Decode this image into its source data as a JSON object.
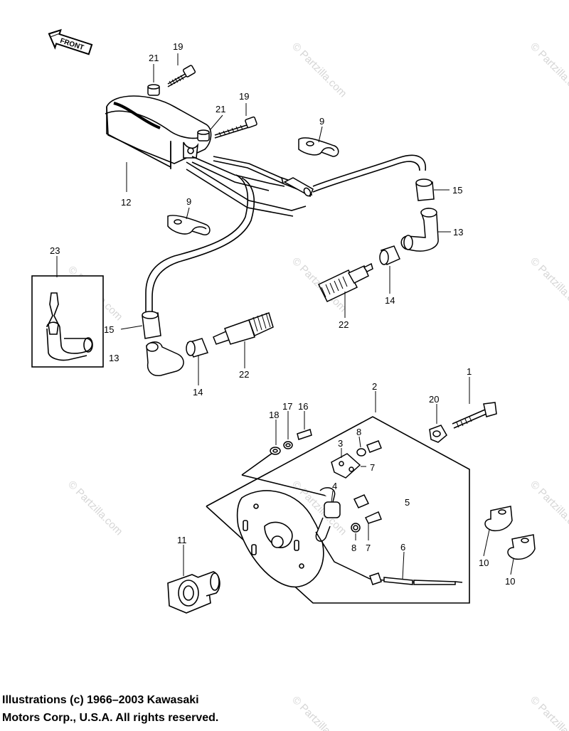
{
  "diagram": {
    "front_label": "FRONT",
    "watermark": "© Partzilla.com",
    "callouts": [
      "19",
      "21",
      "19",
      "21",
      "9",
      "12",
      "15",
      "13",
      "9",
      "23",
      "14",
      "22",
      "15",
      "13",
      "14",
      "22",
      "2",
      "1",
      "20",
      "17",
      "16",
      "18",
      "8",
      "3",
      "7",
      "4",
      "5",
      "11",
      "8",
      "7",
      "6",
      "10",
      "10"
    ]
  },
  "copyright": {
    "line1": "Illustrations (c) 1966–2003 Kawasaki",
    "line2": "Motors Corp., U.S.A.  All rights reserved."
  },
  "colors": {
    "ink": "#000000",
    "watermark": "#d6d6d6",
    "background": "#ffffff"
  }
}
